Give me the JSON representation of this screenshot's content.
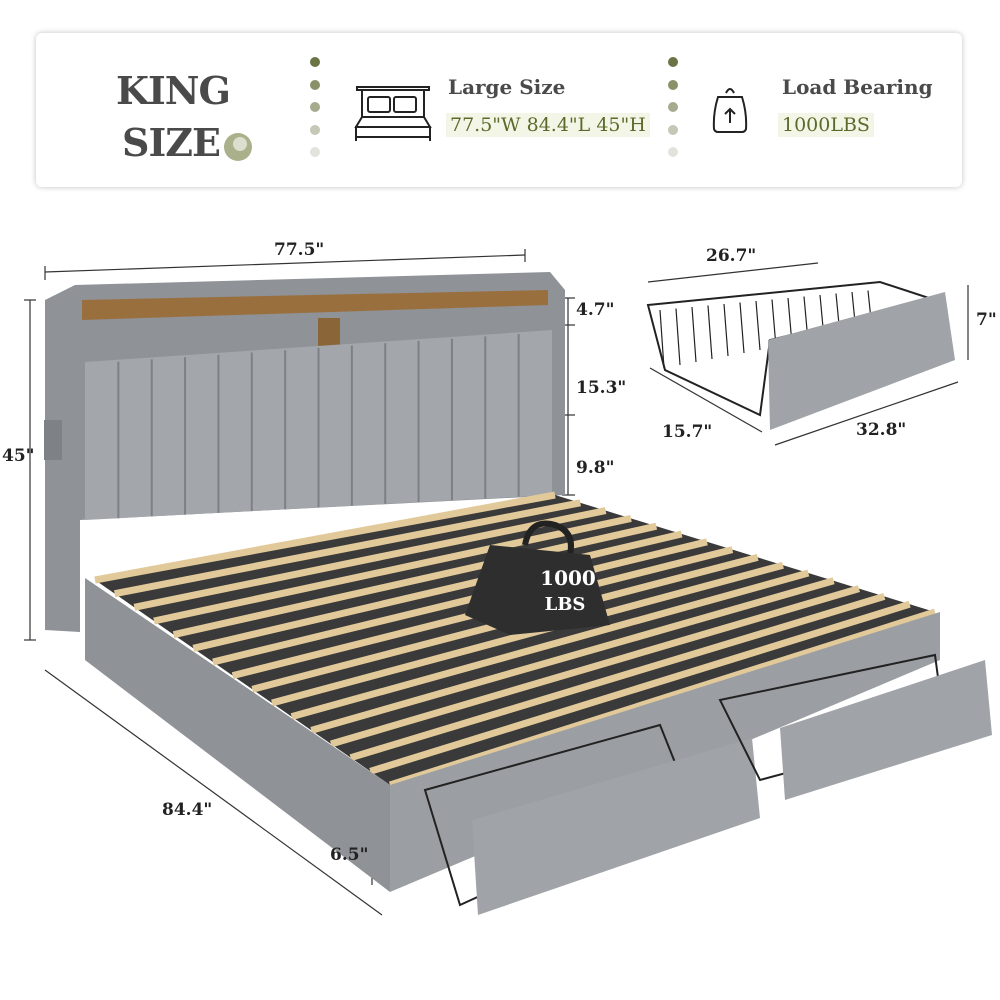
{
  "banner": {
    "title_line1": "KING",
    "title_line2": "SIZE",
    "features": [
      {
        "icon": "bed-icon",
        "title": "Large Size",
        "value": "77.5\"W 84.4\"L 45\"H"
      },
      {
        "icon": "weight-bag-icon",
        "title": "Load Bearing",
        "value": "1000LBS"
      }
    ],
    "dot_colors": [
      "#6b7445",
      "#8a9168",
      "#a6ab8d",
      "#c5c8b6",
      "#e2e3dc"
    ]
  },
  "dimensions": {
    "width": "77.5\"",
    "shelf_height": "4.7\"",
    "headboard_panel": "15.3\"",
    "headboard_gap": "9.8\"",
    "total_height": "45\"",
    "length": "84.4\"",
    "clearance": "6.5\"",
    "drawer_width": "26.7\"",
    "drawer_height": "7\"",
    "drawer_depth": "15.7\"",
    "drawer_front": "32.8\""
  },
  "weight": {
    "line1": "1000",
    "line2": "LBS"
  },
  "colors": {
    "fabric": "#8f9296",
    "slat": "#e2c99a",
    "wood": "#9a6f3e",
    "accent": "#5b6a2a"
  }
}
